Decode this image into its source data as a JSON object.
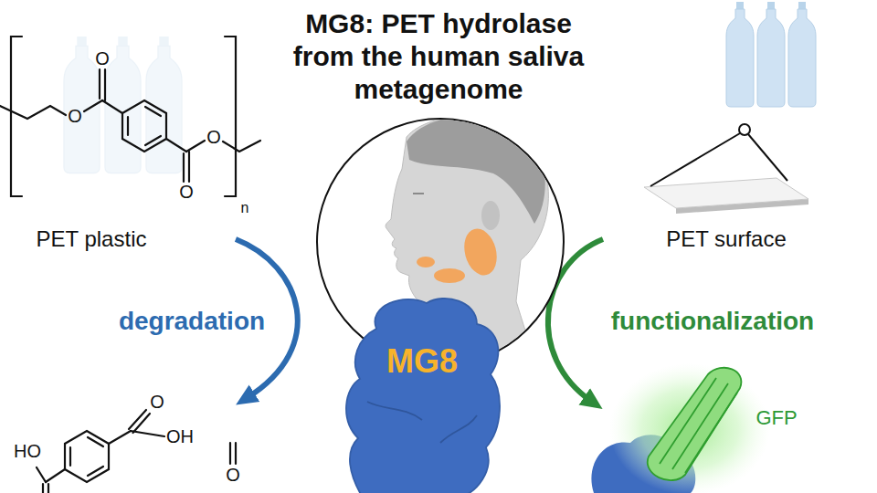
{
  "diagram": {
    "title": "MG8: PET hydrolase from the human saliva metagenome",
    "nodes": [
      {
        "text": [
          "MG8"
        ]
      },
      {
        "text": [
          "GFP"
        ]
      }
    ],
    "labels": [
      "O",
      "O",
      "O",
      "O",
      "n",
      "PET plastic",
      "degradation",
      "O",
      "OH",
      "HO",
      "O",
      "PET surface",
      "functionalization"
    ]
  }
}
